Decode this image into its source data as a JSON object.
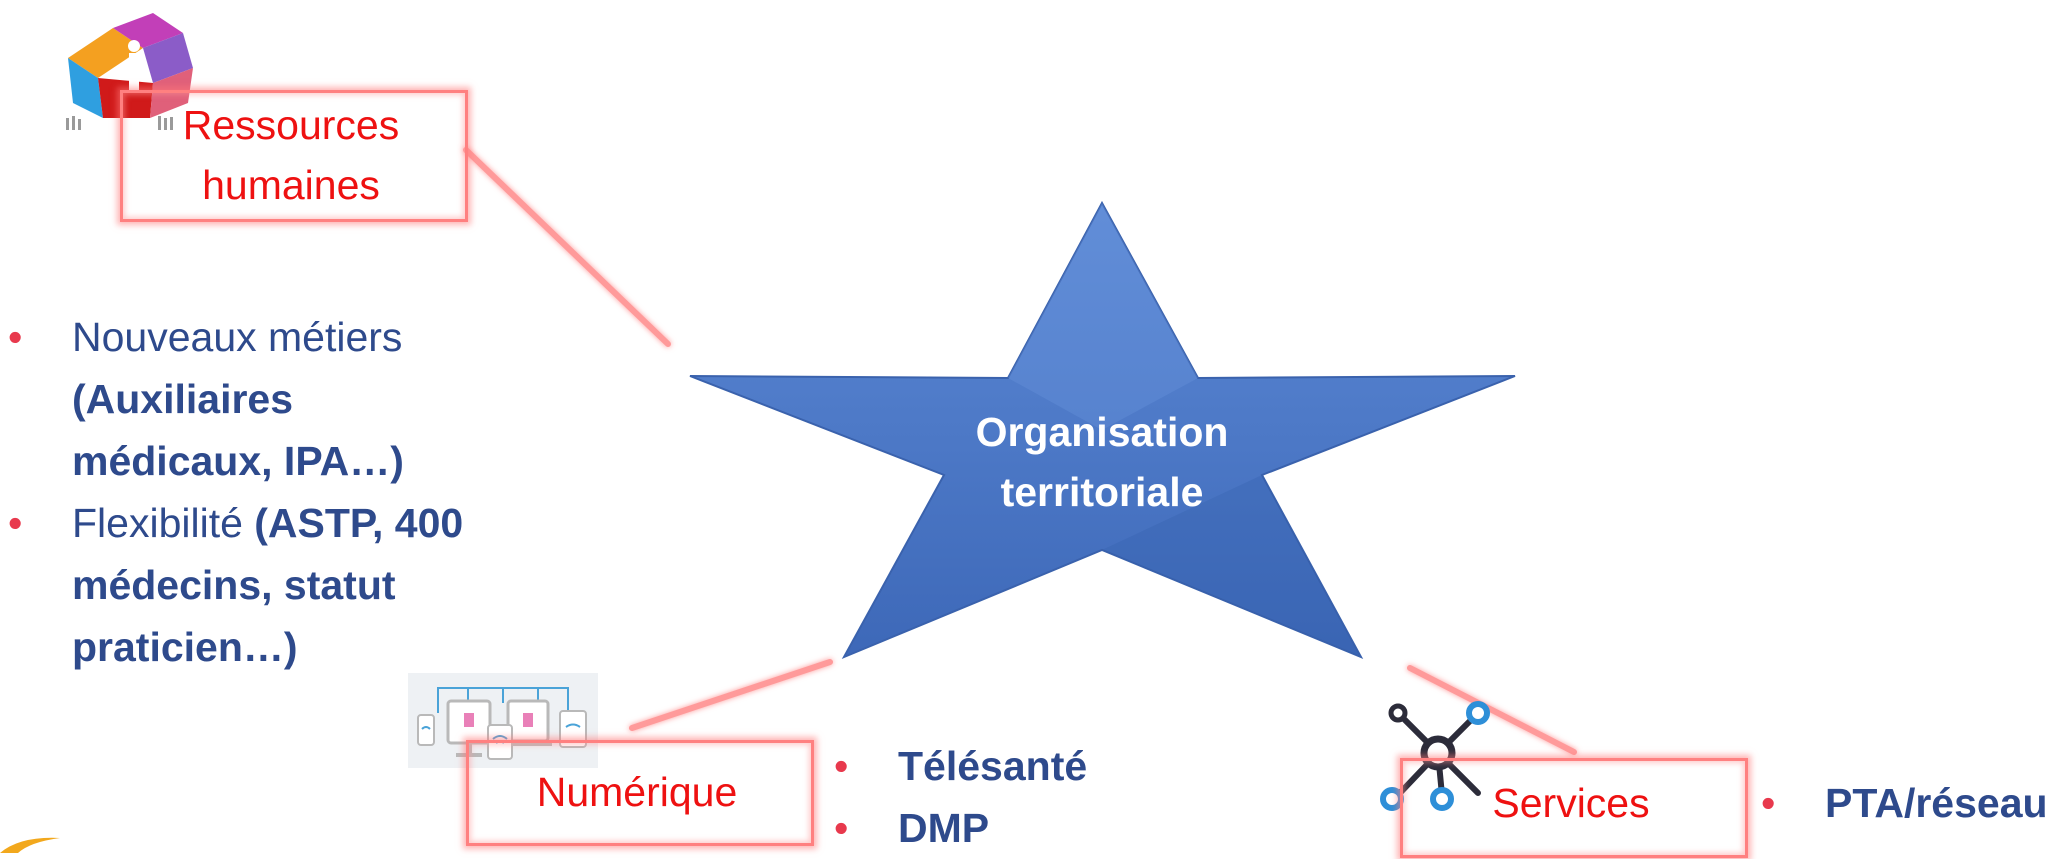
{
  "center": {
    "line1": "Organisation",
    "line2": "territoriale"
  },
  "nodes": {
    "rh": {
      "line1": "Ressources",
      "line2": "humaines"
    },
    "numerique": {
      "label": "Numérique"
    },
    "services": {
      "label": "Services"
    }
  },
  "rh_bullets": {
    "b1_plain": "Nouveaux métiers",
    "b1_bold_1": "(Auxiliaires",
    "b1_bold_2": "médicaux, IPA…)",
    "b2_plain": "Flexibilité ",
    "b2_bold_1": "(ASTP, 400",
    "b2_bold_2": "médecins, statut",
    "b2_bold_3": "praticien…)"
  },
  "numerique_bullets": [
    "Télésanté",
    "DMP"
  ],
  "services_bullets": [
    "PTA/réseau"
  ],
  "bullet_char": "•",
  "colors": {
    "star": "#4a78c8",
    "label_red": "#ee1111",
    "glow": "#ff8080",
    "bullet_dot": "#e8394d",
    "text_blue": "#2e4a8c"
  },
  "icons": [
    "people-cube-icon",
    "devices-icon",
    "network-hub-icon"
  ]
}
